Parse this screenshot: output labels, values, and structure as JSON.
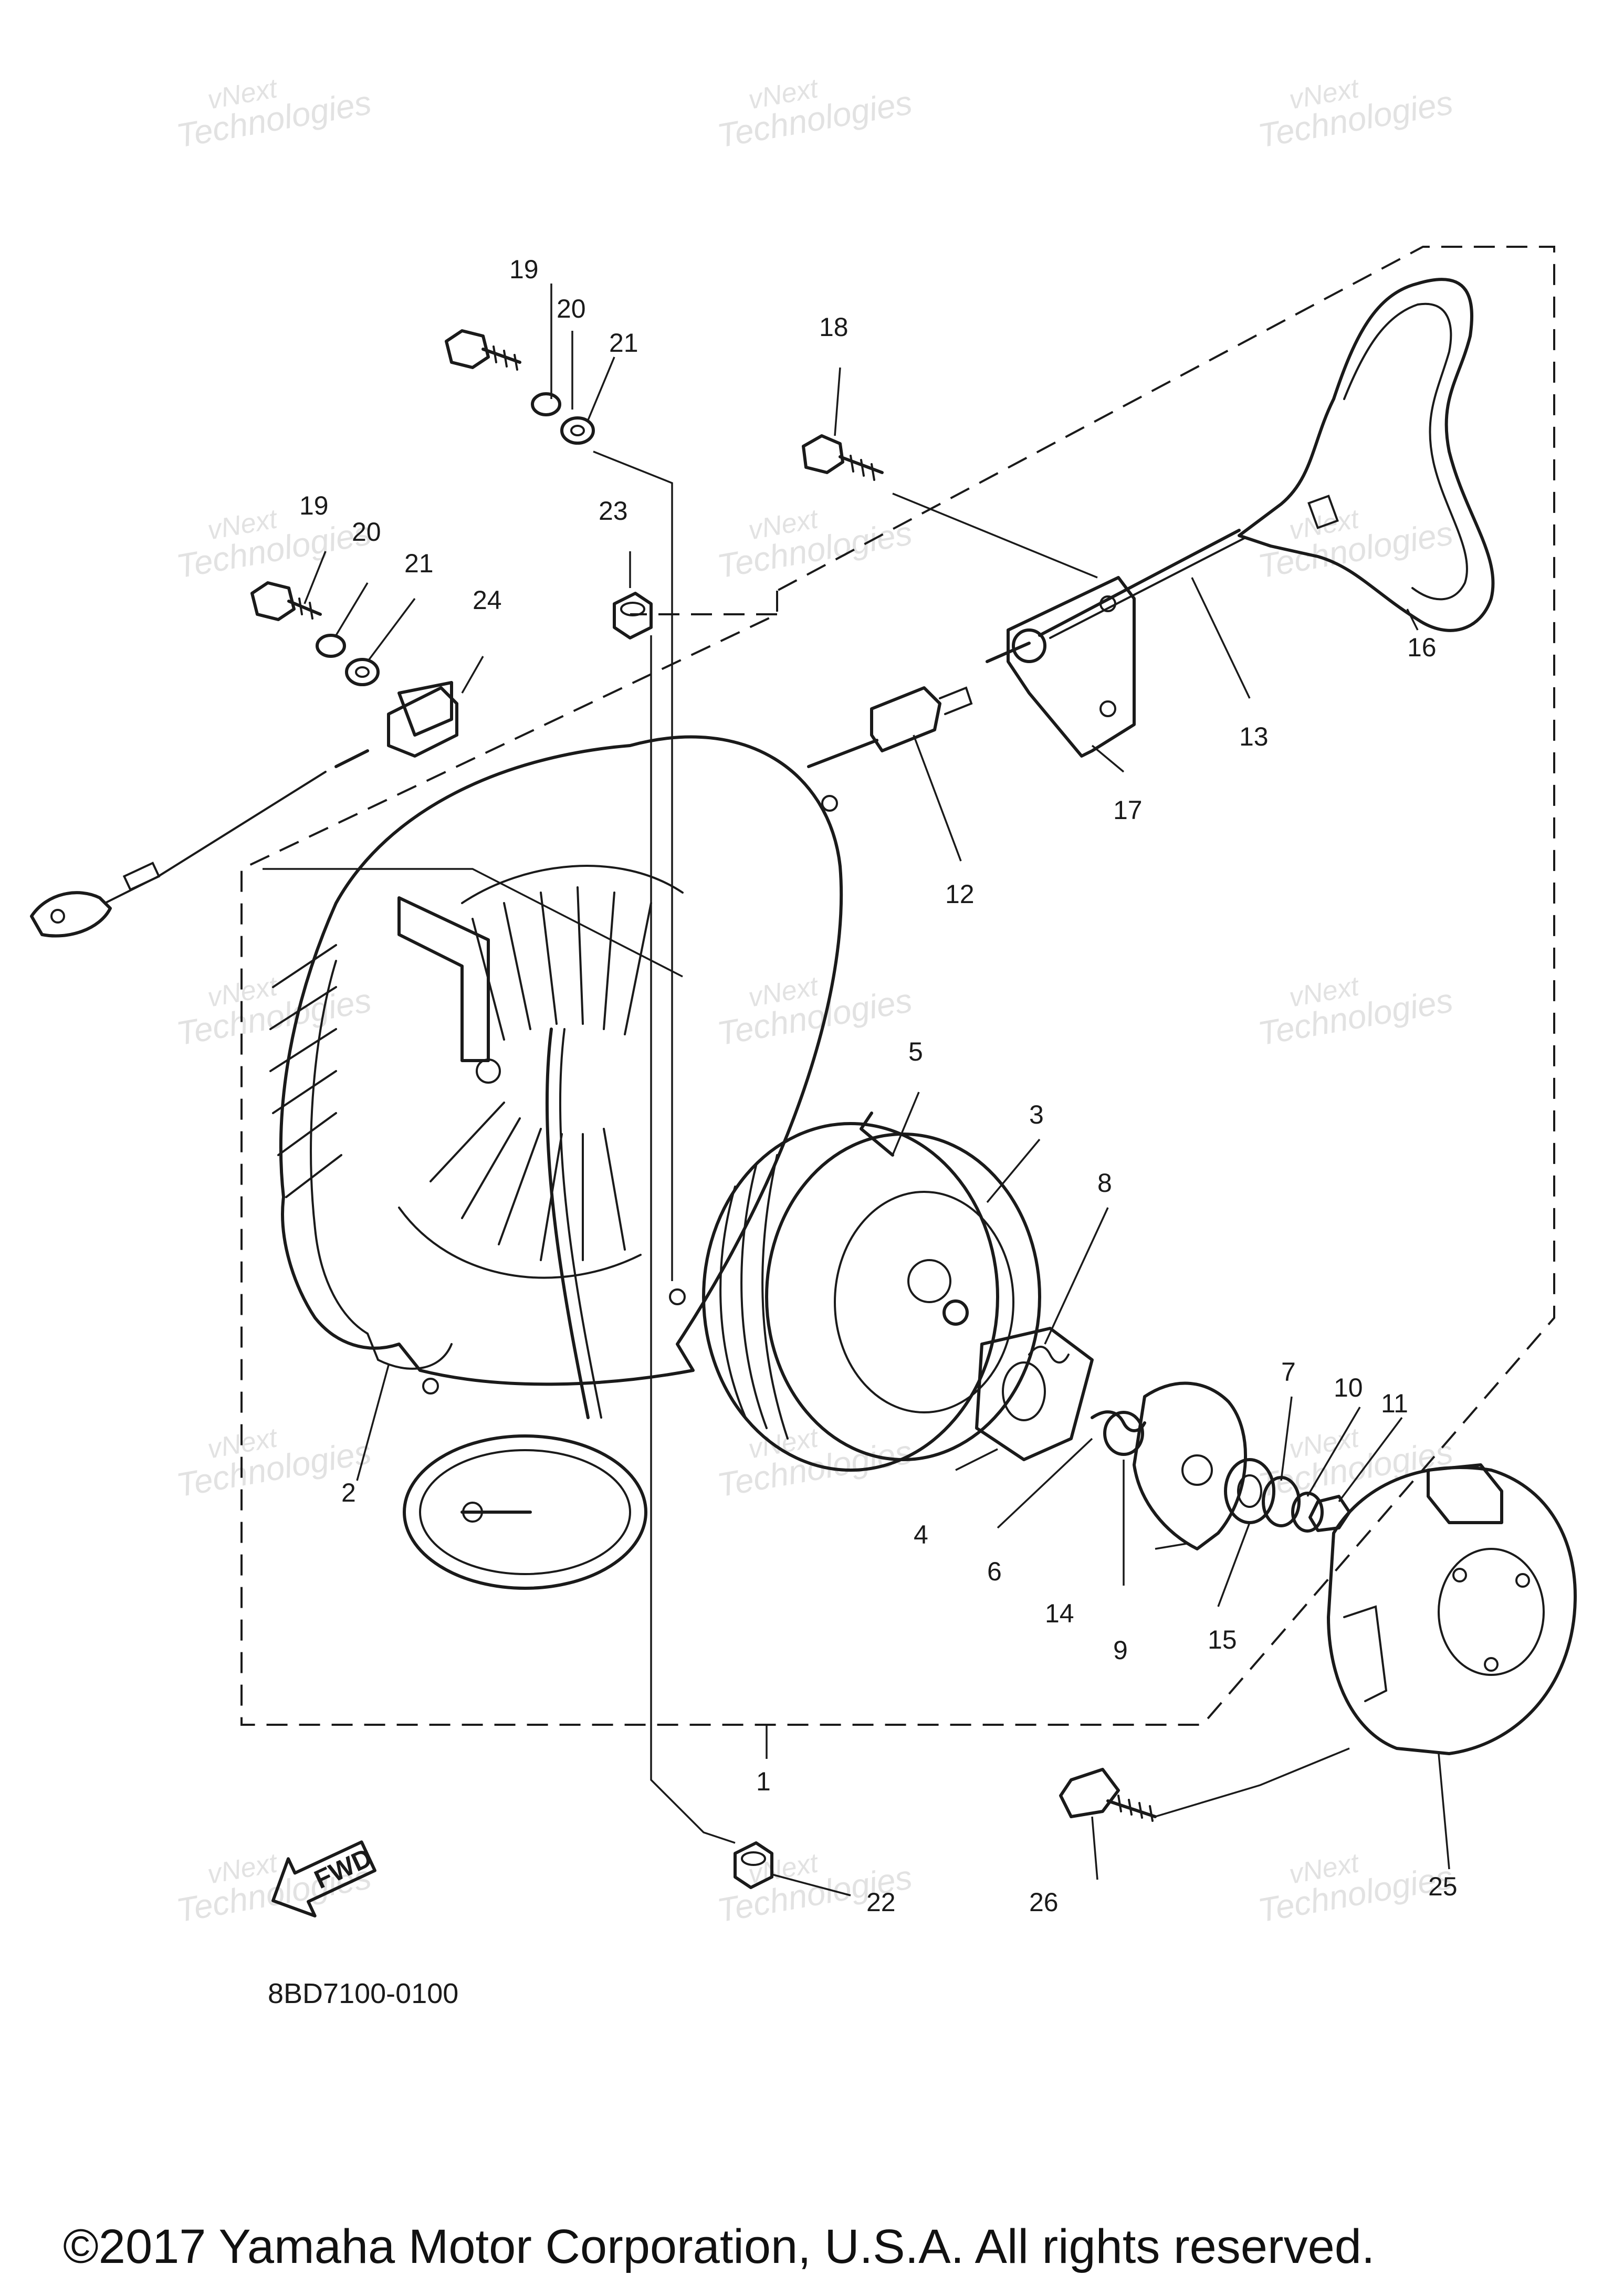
{
  "diagram": {
    "code": "8BD7100-0100",
    "copyright": "©2017 Yamaha Motor Corporation, U.S.A. All rights reserved.",
    "fwd_label": "FWD",
    "watermark": {
      "line1": "vNext",
      "line2": "Technologies"
    },
    "callouts": [
      "1",
      "2",
      "3",
      "4",
      "5",
      "6",
      "7",
      "8",
      "9",
      "10",
      "11",
      "12",
      "13",
      "14",
      "15",
      "16",
      "17",
      "18",
      "19",
      "20",
      "21",
      "22",
      "23",
      "24",
      "25",
      "26"
    ]
  }
}
